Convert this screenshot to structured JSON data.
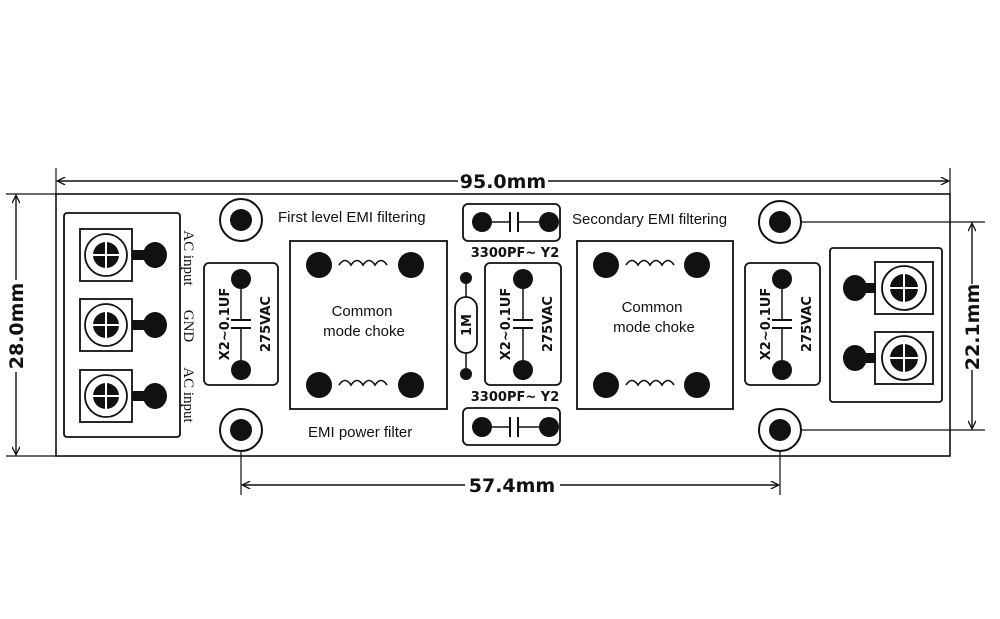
{
  "dimensions": {
    "width": "95.0mm",
    "height": "28.0mm",
    "hole_spacing_horizontal": "57.4mm",
    "hole_spacing_vertical": "22.1mm"
  },
  "labels": {
    "first_level": "First level EMI filtering",
    "secondary": "Secondary EMI filtering",
    "emi_power_filter": "EMI power filter",
    "choke1_line1": "Common",
    "choke1_line2": "mode choke",
    "choke2_line1": "Common",
    "choke2_line2": "mode choke"
  },
  "input_pins": {
    "pin1": "AC input",
    "pin2": "GND",
    "pin3": "AC input"
  },
  "components": {
    "x2_cap_left_value": "X2~0.1UF",
    "x2_cap_left_rating": "275VAC",
    "x2_cap_mid_value": "X2~0.1UF",
    "x2_cap_mid_rating": "275VAC",
    "x2_cap_right_value": "X2~0.1UF",
    "x2_cap_right_rating": "275VAC",
    "y2_cap_top": "3300PF~ Y2",
    "y2_cap_bottom": "3300PF~ Y2",
    "resistor": "1M"
  }
}
